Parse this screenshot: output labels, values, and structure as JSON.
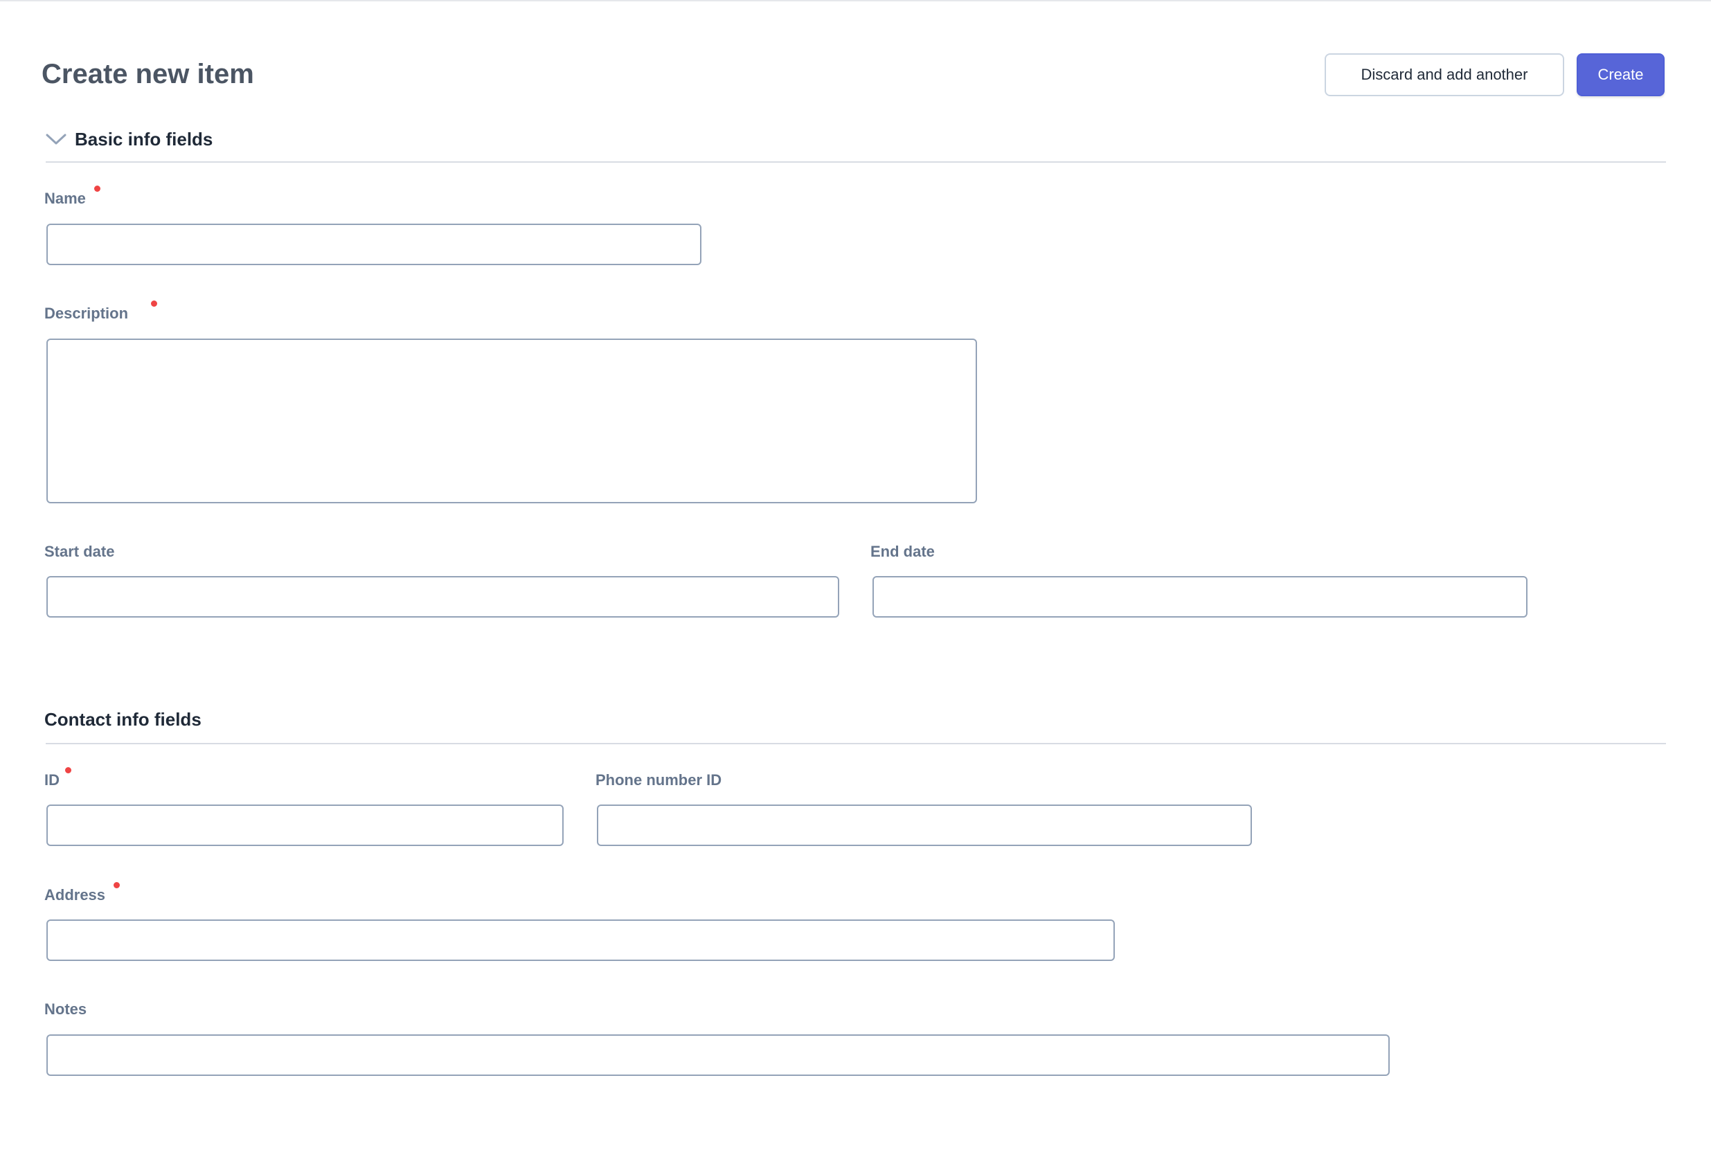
{
  "header": {
    "title": "Create new item",
    "secondary_button_label": "Discard and add another",
    "primary_button_label": "Create"
  },
  "section_basic": {
    "title": "Basic info fields",
    "toggle_icon": "chevron-down-icon",
    "fields": {
      "name": {
        "label": "Name",
        "value": "",
        "required": true
      },
      "description": {
        "label": "Description",
        "value": "",
        "required": true
      },
      "start_date": {
        "label": "Start date",
        "value": ""
      },
      "end_date": {
        "label": "End date",
        "value": ""
      }
    }
  },
  "section_contact": {
    "title": "Contact info fields",
    "fields": {
      "id": {
        "label": "ID",
        "value": "",
        "required": true
      },
      "phone": {
        "label": "Phone number ID",
        "value": "",
        "required": true
      },
      "address": {
        "label": "Address",
        "value": "",
        "required": true
      },
      "notes": {
        "label": "Notes",
        "value": ""
      }
    }
  },
  "colors": {
    "primary": "#5765d8",
    "required_dot": "#ef4444",
    "label": "#64748b",
    "input_border": "#94a3b8"
  }
}
